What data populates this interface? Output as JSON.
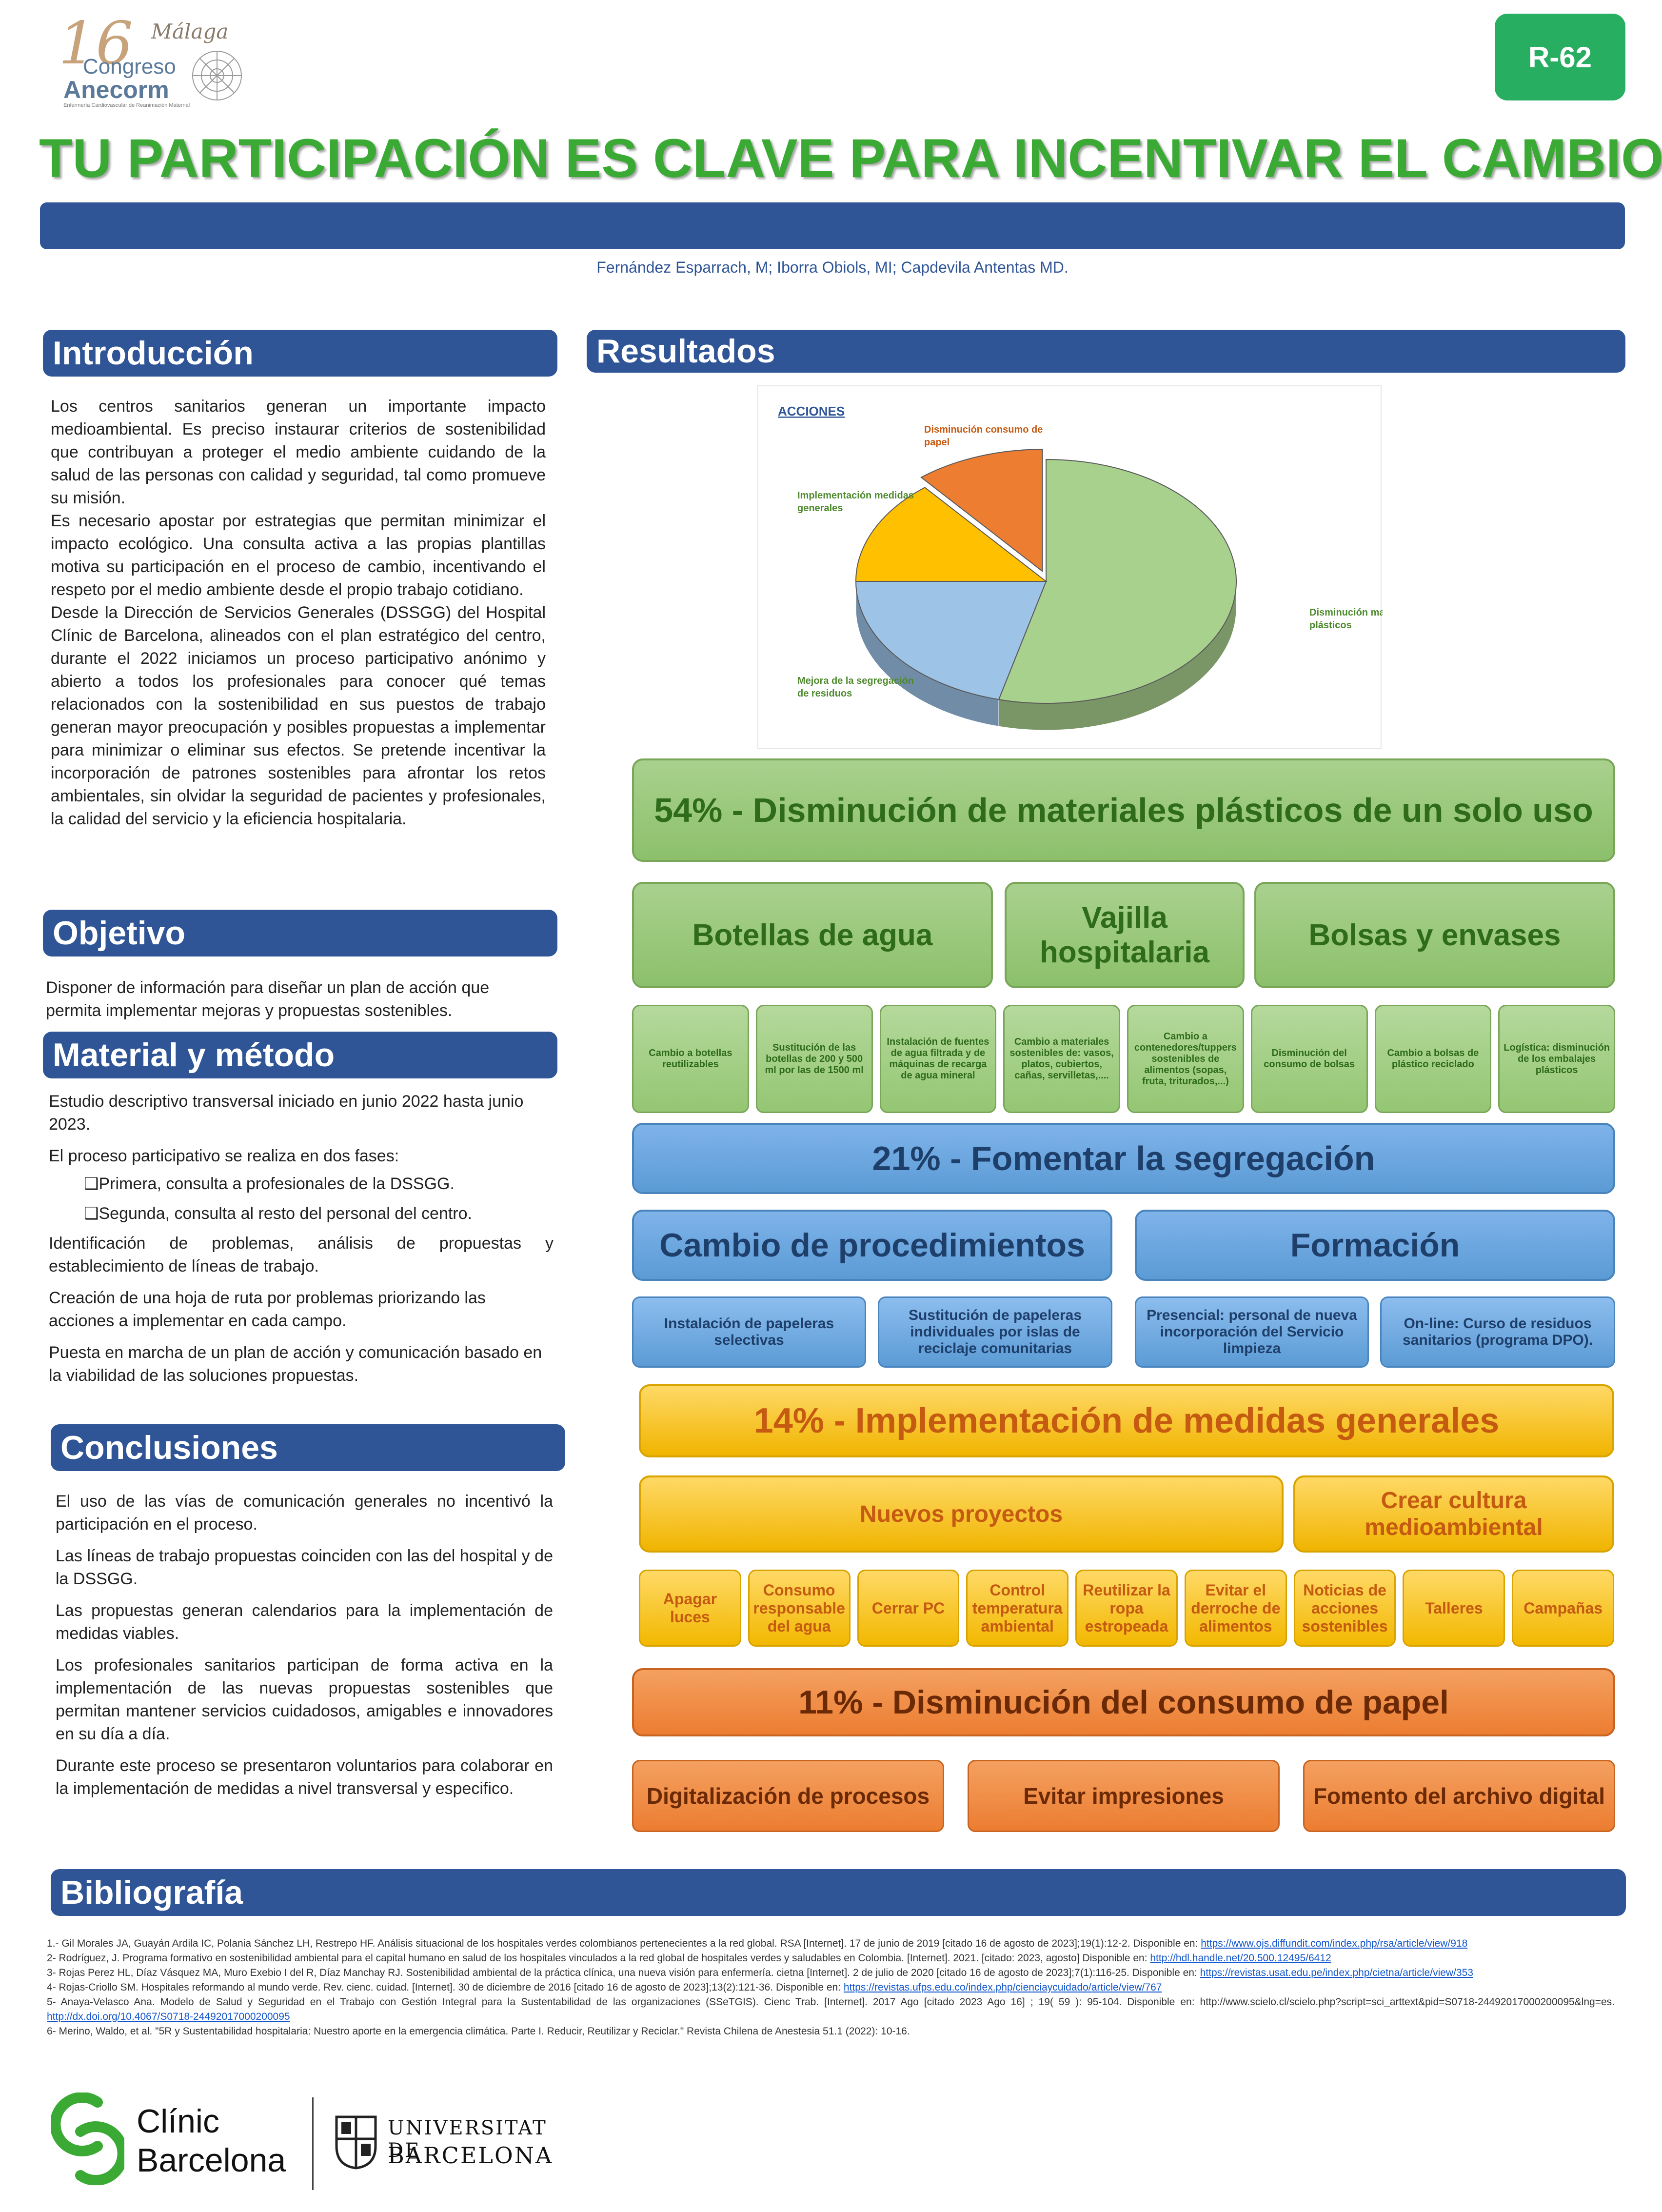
{
  "logo": {
    "number": "16",
    "city": "Málaga",
    "line1": "Congreso",
    "line2": "Anecorm",
    "tag": "Enfermería Cardiovascular de Reanimación Maternal"
  },
  "badge": {
    "text": "R-62"
  },
  "title": "TU PARTICIPACIÓN ES CLAVE PARA INCENTIVAR EL CAMBIO",
  "authors": "Fernández Esparrach, M; Iborra Obiols, MI; Capdevila Antentas MD.",
  "colors": {
    "green": "#a9d18e",
    "blue": "#5b9bd5",
    "yellow": "#ffc000",
    "orange": "#ed7d31",
    "navy": "#2f5597",
    "title_green": "#3aaa35"
  },
  "introduccion": {
    "heading": "Introducción",
    "paragraphs": [
      "Los centros sanitarios generan un importante impacto medioambiental. Es preciso instaurar criterios de sostenibilidad que contribuyan a proteger el medio ambiente cuidando de la salud de las personas con calidad y seguridad, tal como promueve su misión.",
      "Es necesario apostar por estrategias que permitan minimizar el impacto ecológico. Una consulta activa a las propias plantillas motiva su participación en el proceso de cambio, incentivando el respeto por el medio ambiente desde el propio trabajo cotidiano.",
      "Desde la Dirección de Servicios Generales (DSSGG) del Hospital Clínic de Barcelona, alineados con el plan estratégico del centro, durante el 2022 iniciamos un proceso participativo anónimo y abierto a todos los profesionales para conocer qué temas relacionados con la sostenibilidad en sus puestos de trabajo generan mayor preocupación y posibles propuestas a implementar para minimizar o eliminar sus efectos. Se pretende incentivar la incorporación de patrones sostenibles para afrontar los retos ambientales, sin olvidar la seguridad de pacientes y profesionales, la calidad del servicio y la eficiencia hospitalaria."
    ]
  },
  "objetivo": {
    "heading": "Objetivo",
    "text": "Disponer de información para diseñar un plan de acción que permita implementar mejoras y propuestas sostenibles."
  },
  "material": {
    "heading": "Material y método",
    "p1": "Estudio descriptivo transversal iniciado en junio 2022 hasta junio 2023.",
    "p2": "El proceso participativo se realiza en dos fases:",
    "bullets": [
      "Primera, consulta a profesionales de la DSSGG.",
      "Segunda, consulta al resto del personal del centro."
    ],
    "p3": "Identificación de problemas, análisis de propuestas y establecimiento de líneas de trabajo.",
    "p4": "Creación de una hoja de ruta por problemas priorizando las acciones a implementar en cada campo.",
    "p5": "Puesta en marcha de un plan de acción y comunicación basado en la viabilidad de las soluciones propuestas."
  },
  "conclusiones": {
    "heading": "Conclusiones",
    "paragraphs": [
      "El uso de las vías de comunicación generales no incentivó la participación en el proceso.",
      "Las líneas de trabajo propuestas coinciden con las del hospital y de la DSSGG.",
      "Las propuestas generan calendarios para la implementación de medidas viables.",
      "Los profesionales sanitarios participan de forma activa en la implementación de las nuevas propuestas sostenibles que permitan mantener servicios cuidadosos, amigables e innovadores en su día a día.",
      "Durante este proceso se presentaron voluntarios para colaborar en la implementación de medidas a nivel transversal y especifico."
    ]
  },
  "resultados": {
    "heading": "Resultados",
    "plastico": {
      "main": "54% - Disminución de materiales plásticos de un solo uso",
      "subs": [
        "Botellas de agua",
        "Vajilla hospitalaria",
        "Bolsas y envases"
      ],
      "items": [
        "Cambio a botellas reutilizables",
        "Sustitución de las botellas de 200 y 500 ml por las de 1500 ml",
        "Instalación de fuentes de agua filtrada y de máquinas de recarga de agua mineral",
        "Cambio a materiales sostenibles de: vasos, platos, cubiertos, cañas, servilletas,....",
        "Cambio a contenedores/tuppers sostenibles de alimentos (sopas, fruta, triturados,...)",
        "Disminución del consumo de bolsas",
        "Cambio a bolsas de plástico reciclado",
        "Logística: disminución de los embalajes plásticos"
      ]
    },
    "segregacion": {
      "main": "21% - Fomentar la segregación",
      "subs": [
        "Cambio de procedimientos",
        "Formación"
      ],
      "items": [
        "Instalación de papeleras selectivas",
        "Sustitución de papeleras individuales por islas de reciclaje comunitarias",
        "Presencial: personal de nueva incorporación del Servicio limpieza",
        "On-line: Curso de residuos sanitarios (programa DPO)."
      ]
    },
    "generales": {
      "main": "14% - Implementación de medidas generales",
      "subs": [
        "Nuevos proyectos",
        "Crear cultura medioambiental"
      ],
      "items": [
        "Apagar luces",
        "Consumo responsable del agua",
        "Cerrar PC",
        "Control temperatura ambiental",
        "Reutilizar la ropa estropeada",
        "Evitar el derroche de alimentos",
        "Noticias de acciones sostenibles",
        "Talleres",
        "Campañas"
      ]
    },
    "papel": {
      "main": "11% - Disminución del consumo de papel",
      "items": [
        "Digitalización de procesos",
        "Evitar impresiones",
        "Fomento del archivo digital"
      ]
    }
  },
  "chart_data": {
    "type": "pie",
    "title": "ACCIONES",
    "categories": [
      "Disminución materiales plásticos",
      "Mejora de la segregación de residuos",
      "Implementación medidas generales",
      "Disminución consumo de papel"
    ],
    "values": [
      54,
      21,
      14,
      11
    ],
    "colors": [
      "#a9d18e",
      "#9dc3e6",
      "#ffc000",
      "#ed7d31"
    ],
    "style": "3d-exploded"
  },
  "bibliografia": {
    "heading": "Bibliografía",
    "refs": [
      {
        "text": "1.- Gil Morales JA, Guayán Ardila IC, Polania Sánchez LH, Restrepo HF. Análisis situacional de los hospitales verdes colombianos pertenecientes a la red global. RSA [Internet]. 17 de junio de 2019 [citado 16 de agosto de 2023];19(1):12-2. Disponible en: ",
        "link": "https://www.ojs.diffundit.com/index.php/rsa/article/view/918"
      },
      {
        "text": "2- Rodríguez, J. Programa formativo en sostenibilidad ambiental para el capital humano en salud de los hospitales vinculados a la red global de hospitales verdes y saludables en Colombia. [Internet]. 2021. [citado: 2023, agosto] Disponible en: ",
        "link": "http://hdl.handle.net/20.500.12495/6412"
      },
      {
        "text": "3- Rojas Perez HL, Díaz Vásquez MA, Muro Exebio I del R, Díaz Manchay RJ. Sostenibilidad ambiental de la práctica clínica, una nueva visión para enfermería. cietna [Internet]. 2 de julio de 2020 [citado 16 de agosto de 2023];7(1):116-25. Disponible en: ",
        "link": "https://revistas.usat.edu.pe/index.php/cietna/article/view/353"
      },
      {
        "text": "4- Rojas-Criollo SM. Hospitales reformando al mundo verde. Rev. cienc. cuidad. [Internet]. 30 de diciembre de 2016 [citado 16 de agosto de 2023];13(2):121-36. Disponible en: ",
        "link": "https://revistas.ufps.edu.co/index.php/cienciaycuidado/article/view/767"
      },
      {
        "text": "5- Anaya-Velasco Ana. Modelo de Salud y Seguridad en el Trabajo con Gestión Integral para la Sustentabilidad de las organizaciones (SSeTGIS). Cienc Trab. [Internet]. 2017 Ago [citado 2023 Ago 16] ; 19( 59 ): 95-104. Disponible en: http://www.scielo.cl/scielo.php?script=sci_arttext&pid=S0718-24492017000200095&lng=es. ",
        "link": "http://dx.doi.org/10.4067/S0718-24492017000200095"
      },
      {
        "text": "6- Merino, Waldo, et al. \"5R y Sustentabilidad hospitalaria: Nuestro aporte en la emergencia climática. Parte I. Reducir, Reutilizar y Reciclar.\" Revista Chilena de Anestesia 51.1 (2022): 10-16.",
        "link": ""
      }
    ]
  },
  "footer": {
    "clinic_line1": "Clínic",
    "clinic_line2": "Barcelona",
    "univ_line1": "UNIVERSITAT DE",
    "univ_line2": "BARCELONA"
  }
}
